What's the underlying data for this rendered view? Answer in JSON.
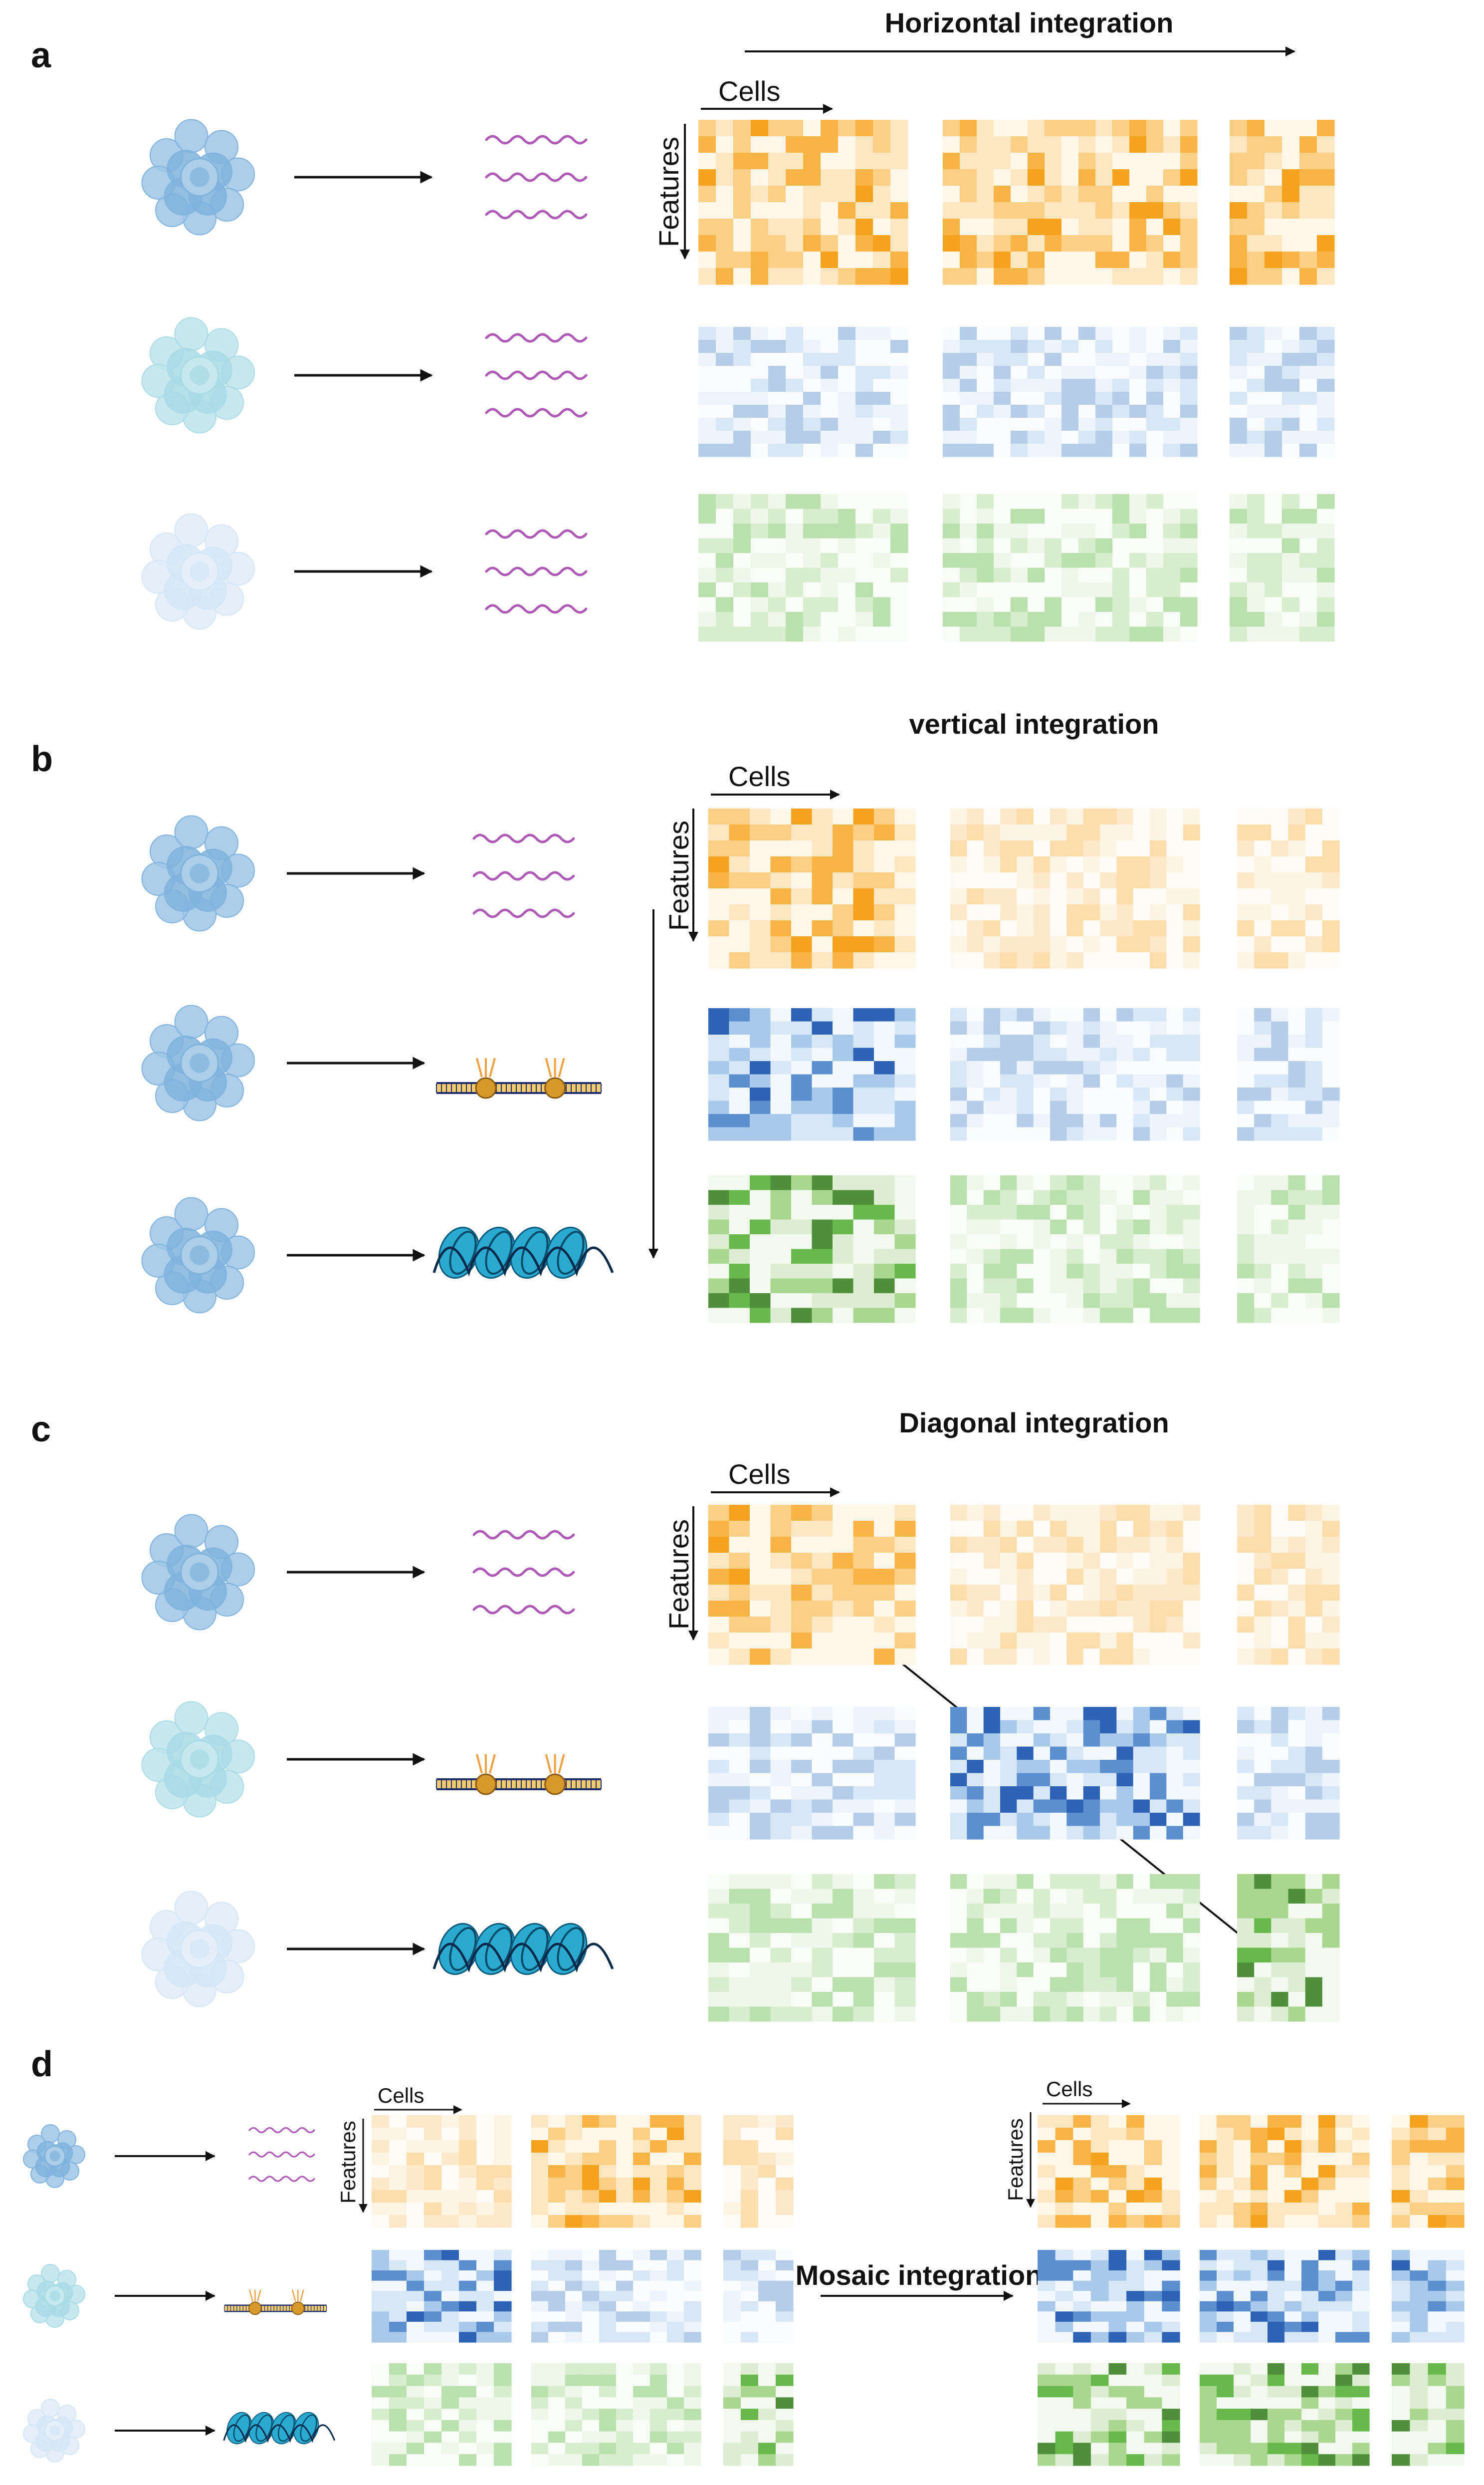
{
  "panels": {
    "a": {
      "label": "a",
      "title": "Horizontal integration",
      "cells": "Cells",
      "features": "Features"
    },
    "b": {
      "label": "b",
      "title": "vertical integration",
      "cells": "Cells",
      "features": "Features"
    },
    "c": {
      "label": "c",
      "title": "Diagonal integration",
      "cells": "Cells",
      "features": "Features"
    },
    "d": {
      "label": "d",
      "title": "Mosaic integration",
      "cells_left": "Cells",
      "features_left": "Features",
      "cells_right": "Cells",
      "features_right": "Features"
    }
  },
  "colors": {
    "orange": [
      "#fff7ea",
      "#fde6c2",
      "#fbcf86",
      "#f8b444",
      "#f5a21e"
    ],
    "blue": [
      "#f3f8fc",
      "#d8e7f5",
      "#a8c9ea",
      "#5c8fd0",
      "#2d62b4"
    ],
    "green": [
      "#f3f9ef",
      "#dcedd2",
      "#a9d790",
      "#66b94a",
      "#4f8f3c"
    ],
    "cell_blue": "#7fb3dd",
    "cell_teal": "#a8dbe6",
    "cell_pale": "#d5e6f6",
    "rna": "#b05ab8",
    "nucleosome": "#2aa9d1",
    "arrow": "#111111"
  },
  "icons": [
    "cell-cluster-icon",
    "rna-wave-icon",
    "protein-antibody-icon",
    "chromatin-nucleosome-icon"
  ]
}
